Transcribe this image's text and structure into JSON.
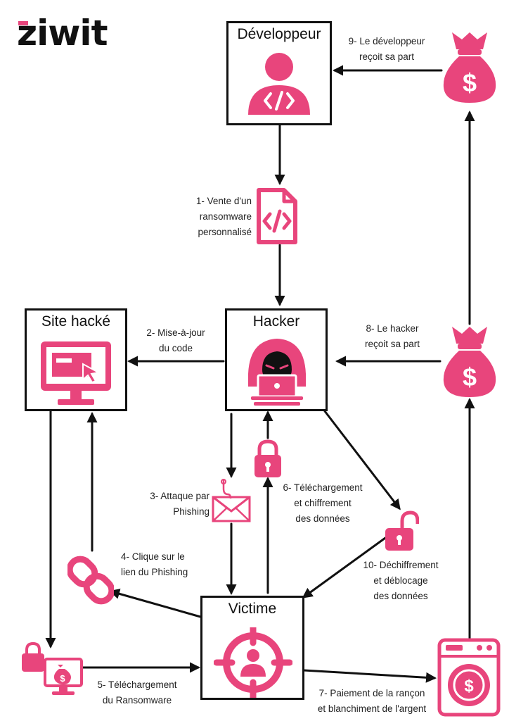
{
  "brand": {
    "logo_text": "ziwit",
    "accent": "#e8457c",
    "ink": "#111111"
  },
  "nodes": {
    "developer": {
      "title": "Développeur",
      "icon": "developer-icon"
    },
    "hacked_site": {
      "title": "Site hacké",
      "icon": "hacked-monitor-icon"
    },
    "hacker": {
      "title": "Hacker",
      "icon": "hooded-hacker-icon"
    },
    "victim": {
      "title": "Victime",
      "icon": "target-user-icon"
    }
  },
  "steps": {
    "s1": [
      "1- Vente d'un",
      "ransomware",
      "personnalisé"
    ],
    "s2": [
      "2- Mise-à-jour",
      "du code"
    ],
    "s3": [
      "3- Attaque par",
      "Phishing"
    ],
    "s4": [
      "4- Clique sur le",
      "lien du Phishing"
    ],
    "s5": [
      "5- Téléchargement",
      "du Ransomware"
    ],
    "s6": [
      "6- Téléchargement",
      "et chiffrement",
      "des données"
    ],
    "s7": [
      "7- Paiement de la rançon",
      "et blanchiment de l'argent"
    ],
    "s8": [
      "8- Le hacker",
      "reçoit sa part"
    ],
    "s9": [
      "9- Le développeur",
      "reçoit sa part"
    ],
    "s10": [
      "10- Déchiffrement",
      "et déblocage",
      "des données"
    ]
  },
  "icons": {
    "code_file": "code-file-icon",
    "money_bag_top": "money-bag-icon",
    "money_bag_mid": "money-bag-icon",
    "lock_closed": "padlock-closed-icon",
    "lock_open": "padlock-open-icon",
    "phishing_mail": "phishing-envelope-icon",
    "chain_link": "chain-link-icon",
    "ransomware_download": "ransomware-download-icon",
    "laundering_machine": "washing-machine-icon",
    "currency_symbol": "$"
  }
}
